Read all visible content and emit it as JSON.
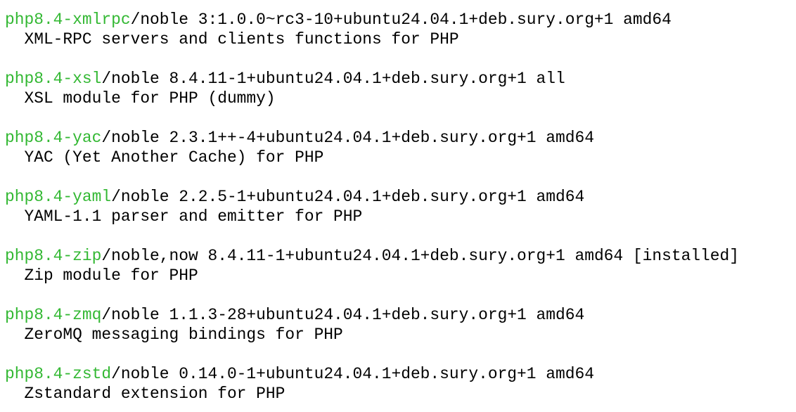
{
  "colors": {
    "package_name": "#33b833",
    "text": "#000000",
    "background": "#ffffff"
  },
  "packages": [
    {
      "name": "php8.4-xmlrpc",
      "info": "/noble 3:1.0.0~rc3-10+ubuntu24.04.1+deb.sury.org+1 amd64",
      "description": "  XML-RPC servers and clients functions for PHP"
    },
    {
      "name": "php8.4-xsl",
      "info": "/noble 8.4.11-1+ubuntu24.04.1+deb.sury.org+1 all",
      "description": "  XSL module for PHP (dummy)"
    },
    {
      "name": "php8.4-yac",
      "info": "/noble 2.3.1++-4+ubuntu24.04.1+deb.sury.org+1 amd64",
      "description": "  YAC (Yet Another Cache) for PHP"
    },
    {
      "name": "php8.4-yaml",
      "info": "/noble 2.2.5-1+ubuntu24.04.1+deb.sury.org+1 amd64",
      "description": "  YAML-1.1 parser and emitter for PHP"
    },
    {
      "name": "php8.4-zip",
      "info": "/noble,now 8.4.11-1+ubuntu24.04.1+deb.sury.org+1 amd64 [installed]",
      "description": "  Zip module for PHP"
    },
    {
      "name": "php8.4-zmq",
      "info": "/noble 1.1.3-28+ubuntu24.04.1+deb.sury.org+1 amd64",
      "description": "  ZeroMQ messaging bindings for PHP"
    },
    {
      "name": "php8.4-zstd",
      "info": "/noble 0.14.0-1+ubuntu24.04.1+deb.sury.org+1 amd64",
      "description": "  Zstandard extension for PHP"
    }
  ]
}
